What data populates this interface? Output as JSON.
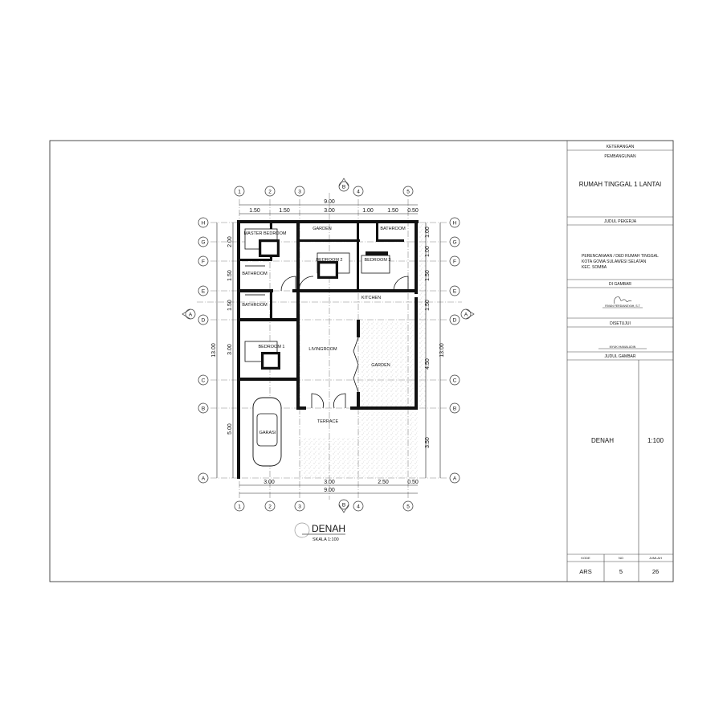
{
  "drawing": {
    "grid_columns": [
      "1",
      "2",
      "3",
      "4",
      "5"
    ],
    "grid_rows": [
      "H",
      "G",
      "F",
      "E",
      "D",
      "C",
      "B",
      "A"
    ],
    "section_markers": {
      "vertical": "B",
      "horizontal": "A"
    },
    "top_dims": {
      "total": "9.00",
      "segments": [
        "1.50",
        "1.50",
        "3.00",
        "1.00",
        "1.50",
        "0.50"
      ]
    },
    "bottom_dims": {
      "total": "9.00",
      "segments": [
        "3.00",
        "3.00",
        "2.50",
        "0.50"
      ]
    },
    "left_dims": {
      "total": "13.00",
      "segments": [
        "2.00",
        "1.50",
        "1.50",
        "3.00",
        "5.00"
      ]
    },
    "right_dims": {
      "total": "13.00",
      "segments": [
        "1.00",
        "1.00",
        "1.50",
        "1.50",
        "4.50",
        "3.50"
      ]
    },
    "rooms": {
      "master_bedroom": "MASTER BEDROOM",
      "garden_top": "GARDEN",
      "bathroom_top": "BATHROOM",
      "bedroom2": "BEDROOM 2",
      "bedroom3": "BEDROOM 3",
      "bathroom1": "BATHROOM",
      "bathroom2": "BATHROOM",
      "kitchen": "KITCHEN",
      "bedroom1": "BEDROOM 1",
      "livingroom": "LIVINGROOM",
      "garden_side": "GARDEN",
      "terrace": "TERRACE",
      "garage": "GARASI"
    },
    "caption": {
      "title": "DENAH",
      "scale": "SKALA 1:100"
    }
  },
  "title_block": {
    "keterangan": "KETERANGAN",
    "pembangunan": "PEMBANGUNAN",
    "project_title": "RUMAH TINGGAL 1 LANTAI",
    "judul_pekerja": "JUDUL PEKERJA",
    "job_lines": [
      "PERENCANAAN / DED RUMAH TINGGAL",
      "KOTA GOWA SULAWESI SELATAN",
      "KEC. SOMBA"
    ],
    "digambar": "DI GAMBAR",
    "drafter": "RIVAN FERDIANSYAH, S.T",
    "disetujui": "DISETUJUI",
    "approver": "MYUKI HAMALUDIN",
    "judul_gambar": "JUDUL GAMBAR",
    "drawing_title": "DENAH",
    "scale": "1:100",
    "kode_label": "KODE",
    "no_label": "NO",
    "jumlah_label": "JUMLAH",
    "kode": "ARS",
    "no": "5",
    "jumlah": "26"
  }
}
